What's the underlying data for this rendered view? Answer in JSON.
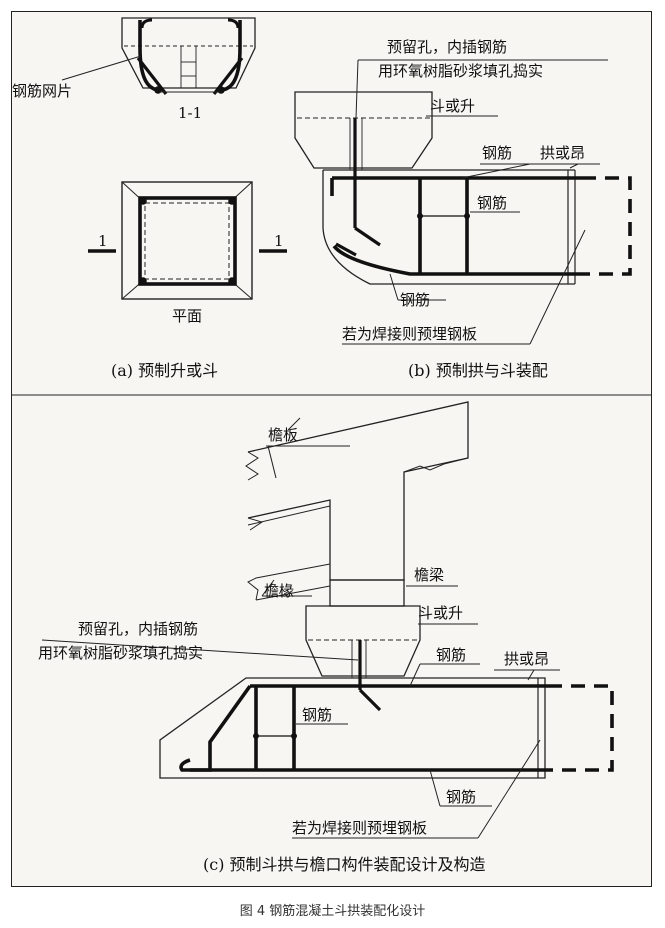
{
  "figure_caption": "图 4 钢筋混凝土斗拱装配化设计",
  "panel_a": {
    "section_label": "1-1",
    "mesh_label": "钢筋网片",
    "plan_label": "平面",
    "cut_left": "1",
    "cut_right": "1",
    "caption": "(a) 预制升或斗"
  },
  "panel_b": {
    "hole_label_1": "预留孔，内插钢筋",
    "hole_label_2": "用环氧树脂砂浆填孔捣实",
    "dou_label": "斗或升",
    "rebar_top": "钢筋",
    "gong_label": "拱或昂",
    "rebar_mid": "钢筋",
    "rebar_bottom": "钢筋",
    "plate_label": "若为焊接则预埋钢板",
    "caption": "(b) 预制拱与斗装配"
  },
  "panel_c": {
    "eave_board": "檐板",
    "eave_beam": "檐梁",
    "rafter": "檐椽",
    "dou_label": "斗或升",
    "hole_label_1": "预留孔，内插钢筋",
    "hole_label_2": "用环氧树脂砂浆填孔捣实",
    "rebar_top": "钢筋",
    "gong_label": "拱或昂",
    "rebar_mid": "钢筋",
    "rebar_bottom": "钢筋",
    "plate_label": "若为焊接则预埋钢板",
    "caption": "(c) 预制斗拱与檐口构件装配设计及构造"
  }
}
